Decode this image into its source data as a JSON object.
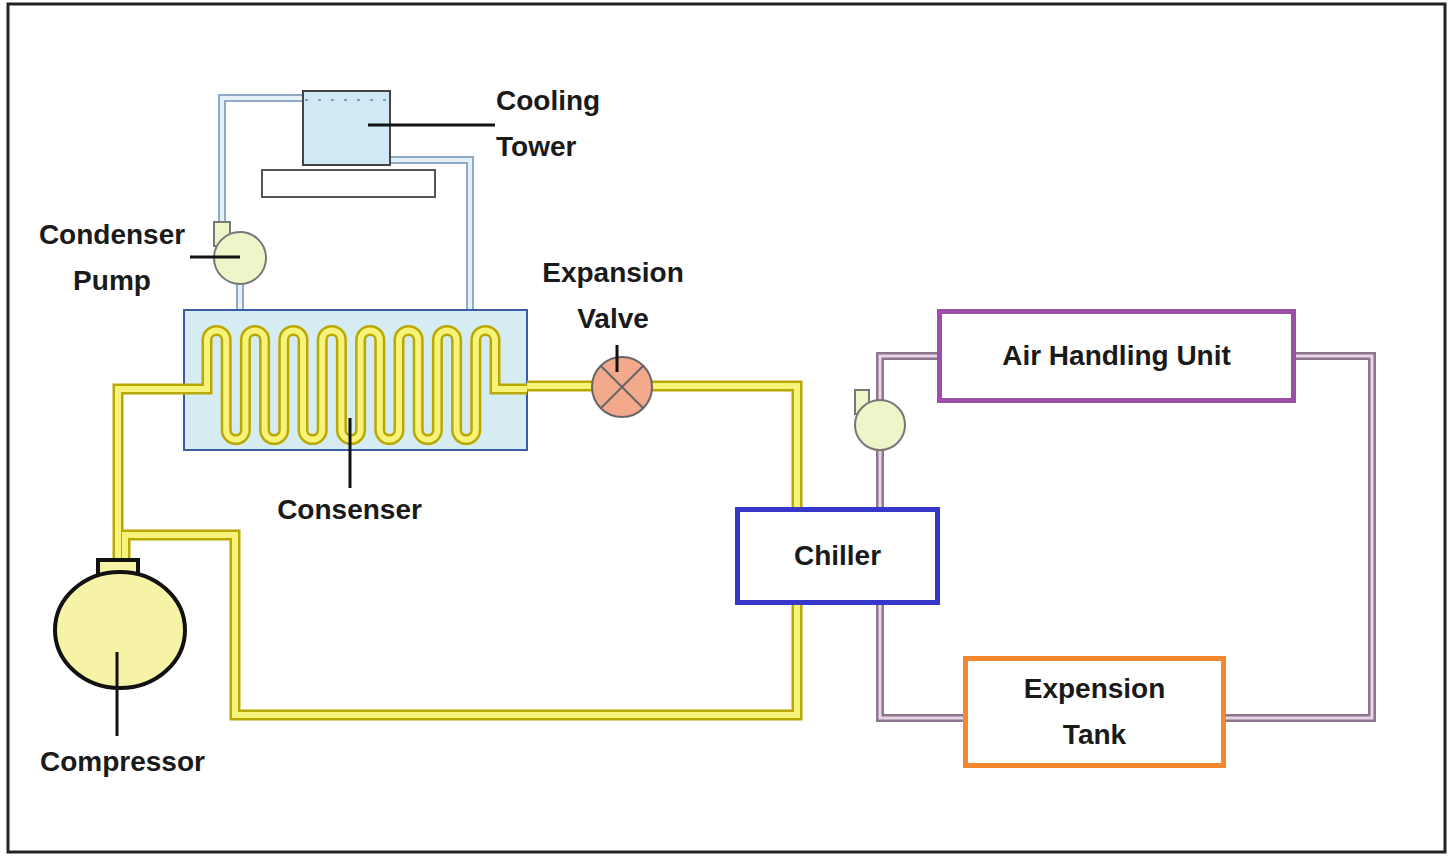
{
  "diagram": {
    "nodes": [
      {
        "text": [
          "Air Handling Unit"
        ]
      },
      {
        "text": [
          "Chiller"
        ]
      },
      {
        "text": [
          "Expension Tank"
        ]
      }
    ],
    "edges": [
      {
        "from": 1,
        "to": 0,
        "arrow": "none"
      },
      {
        "from": 0,
        "to": 2,
        "arrow": "none"
      },
      {
        "from": 2,
        "to": 1,
        "arrow": "none"
      }
    ],
    "labels": [
      "Cooling Tower",
      "Condenser Pump",
      "Expansion Valve",
      "Consenser",
      "Compressor"
    ]
  }
}
